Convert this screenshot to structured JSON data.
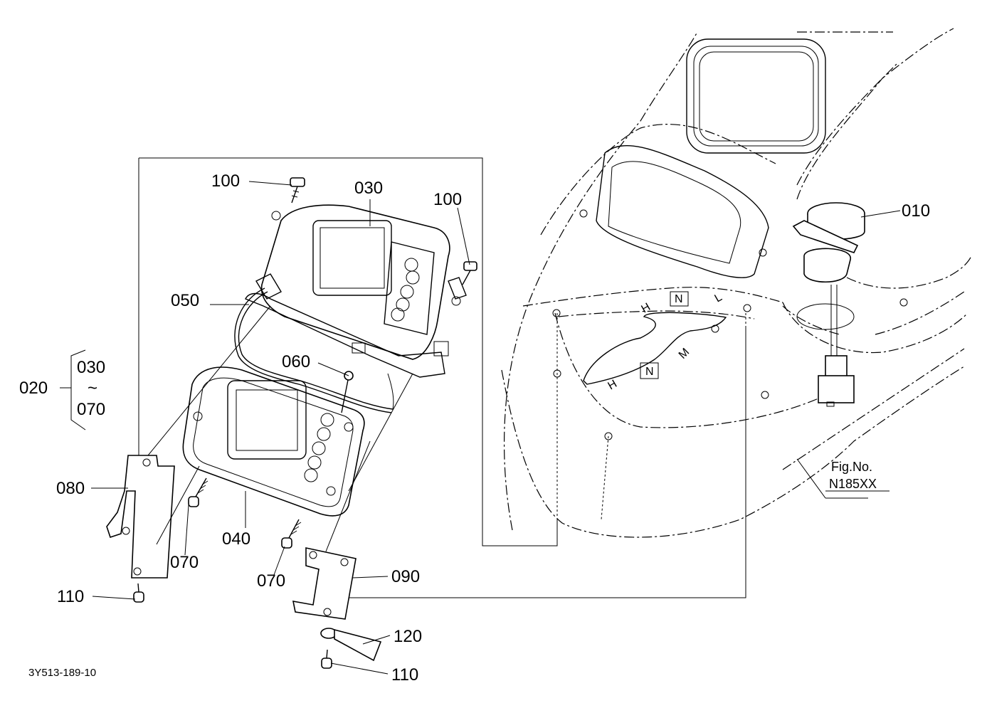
{
  "callouts": {
    "p010": "010",
    "p020": "020",
    "p030": "030",
    "p040": "040",
    "p050": "050",
    "p060": "060",
    "p070": "070",
    "p080": "080",
    "p090": "090",
    "p100": "100",
    "p110": "110",
    "p120": "120"
  },
  "range": {
    "from": "030",
    "tilde": "~",
    "to": "070"
  },
  "fig_ref": {
    "line1": "Fig.No.",
    "line2": "N185XX"
  },
  "drawing_number": "3Y513-189-10",
  "shift_letters": {
    "h": "H",
    "n": "N",
    "m": "M",
    "l": "L"
  }
}
